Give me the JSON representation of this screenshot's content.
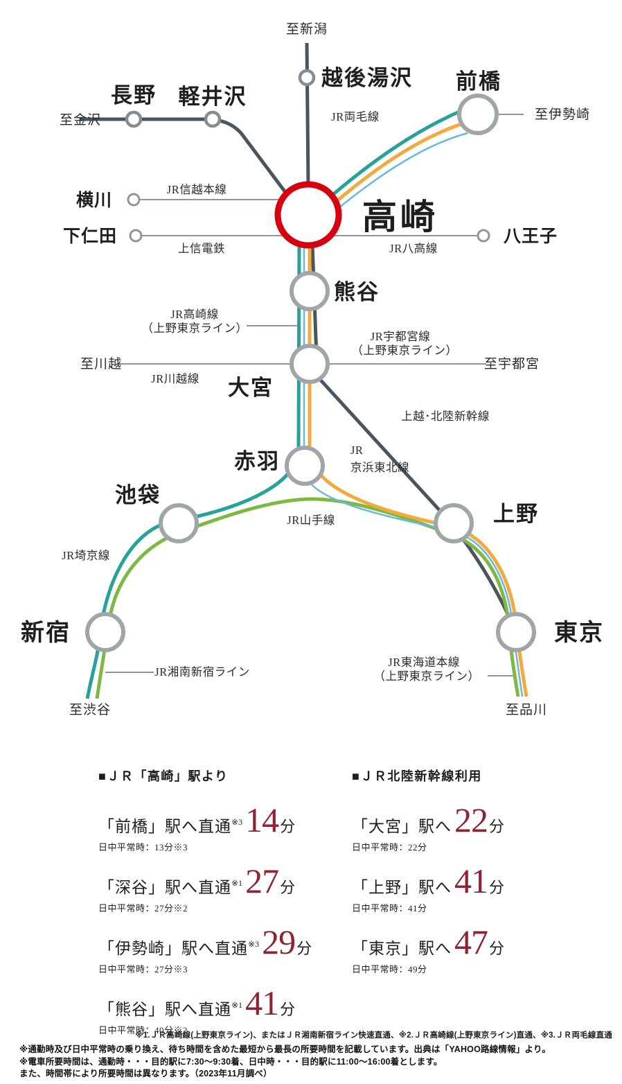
{
  "colors": {
    "teal": "#27a299",
    "orange": "#f3a93d",
    "green": "#7db843",
    "lightblue": "#66b8dc",
    "dark": "#4a555d",
    "gray_line": "#8f9698",
    "takasaki_red": "#d7000f",
    "time_red": "#8e2433"
  },
  "map": {
    "stations": {
      "takasaki": "高崎",
      "echigo_yuzawa": "越後湯沢",
      "maebashi": "前橋",
      "nagano": "長野",
      "karuizawa": "軽井沢",
      "yokokawa": "横川",
      "shimonita": "下仁田",
      "hachioji": "八王子",
      "kumagaya": "熊谷",
      "omiya": "大宮",
      "akabane": "赤羽",
      "ikebukuro": "池袋",
      "ueno": "上野",
      "shinjuku": "新宿",
      "tokyo": "東京"
    },
    "endpoints": {
      "niigata": "至新潟",
      "kanazawa": "至金沢",
      "isesaki": "至伊勢崎",
      "kawagoe": "至川越",
      "utsunomiya": "至宇都宮",
      "shibuya": "至渋谷",
      "shinagawa": "至品川"
    },
    "lines": {
      "ryomo": "JR両毛線",
      "shinetsu": "JR信越本線",
      "joshin": "上信電鉄",
      "hachiko": "JR八高線",
      "takasaki_line1": "JR高崎線",
      "takasaki_line2": "（上野東京ライン）",
      "utsunomiya_line1": "JR宇都宮線",
      "utsunomiya_line2": "（上野東京ライン）",
      "kawagoe_line": "JR川越線",
      "shinkansen": "上越･北陸新幹線",
      "keihin1": "JR",
      "keihin2": "京浜東北線",
      "yamanote": "JR山手線",
      "saikyo": "JR埼京線",
      "shonan": "JR湘南新宿ライン",
      "tokaido1": "JR東海道本線",
      "tokaido2": "（上野東京ライン）"
    }
  },
  "info": {
    "left": {
      "header": "■ＪＲ「高崎」駅より",
      "items": [
        {
          "dest": "「前橋」駅へ直通",
          "mark": "※3",
          "min": "14",
          "unit": "分",
          "sub": "日中平常時：13分※3"
        },
        {
          "dest": "「深谷」駅へ直通",
          "mark": "※1",
          "min": "27",
          "unit": "分",
          "sub": "日中平常時：27分※2"
        },
        {
          "dest": "「伊勢崎」駅へ直通",
          "mark": "※3",
          "min": "29",
          "unit": "分",
          "sub": "日中平常時：27分※3"
        },
        {
          "dest": "「熊谷」駅へ直通",
          "mark": "※1",
          "min": "41",
          "unit": "分",
          "sub": "日中平常時：40分※2"
        }
      ]
    },
    "right": {
      "header": "■ＪＲ北陸新幹線利用",
      "items": [
        {
          "dest": "「大宮」駅へ",
          "mark": "",
          "min": "22",
          "unit": "分",
          "sub": "日中平常時：22分"
        },
        {
          "dest": "「上野」駅へ",
          "mark": "",
          "min": "41",
          "unit": "分",
          "sub": "日中平常時：41分"
        },
        {
          "dest": "「東京」駅へ",
          "mark": "",
          "min": "47",
          "unit": "分",
          "sub": "日中平常時：49分"
        }
      ]
    }
  },
  "footnotes": {
    "marks": "※1.ＪＲ高崎線(上野東京ライン)、またはＪＲ湘南新宿ライン快速直通、※2.ＪＲ高崎線(上野東京ライン)直通、※3.ＪＲ両毛線直通",
    "line1": "※通勤時及び日中平常時の乗り換え、待ち時間を含めた最短から最長の所要時間を記載しています。出典は「YAHOO路線情報」より。",
    "line2": "※電車所要時間は、通勤時・・・目的駅に7:30～9:30着、日中時・・・目的駅に11:00～16:00着とします。",
    "line3": "また、時間帯により所要時間は異なります。（2023年11月調べ）"
  }
}
